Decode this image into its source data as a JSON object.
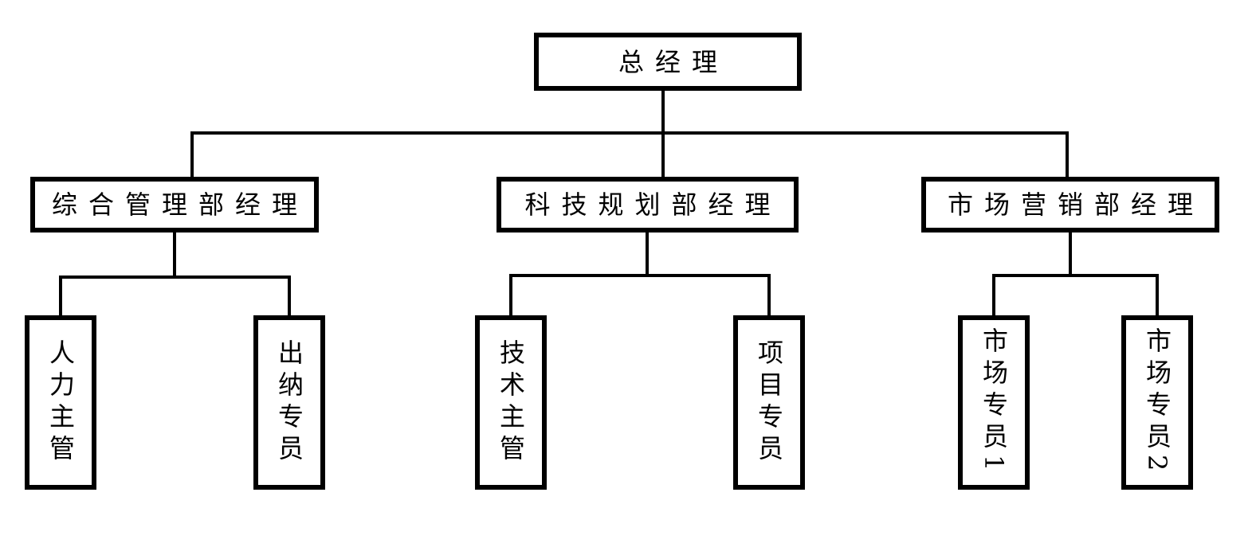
{
  "org_chart": {
    "root": {
      "label": "总经理"
    },
    "branches": [
      {
        "manager": {
          "label": "综合管理部经理"
        },
        "staff": [
          {
            "label": "人力主管"
          },
          {
            "label": "出纳专员"
          }
        ]
      },
      {
        "manager": {
          "label": "科技规划部经理"
        },
        "staff": [
          {
            "label": "技术主管"
          },
          {
            "label": "项目专员"
          }
        ]
      },
      {
        "manager": {
          "label": "市场营销部经理"
        },
        "staff": [
          {
            "label": "市场专员1"
          },
          {
            "label": "市场专员2"
          }
        ]
      }
    ],
    "colors": {
      "line": "#000000",
      "box_border": "#000000",
      "box_fill": "#ffffff",
      "text": "#000000",
      "background": "#ffffff"
    }
  }
}
